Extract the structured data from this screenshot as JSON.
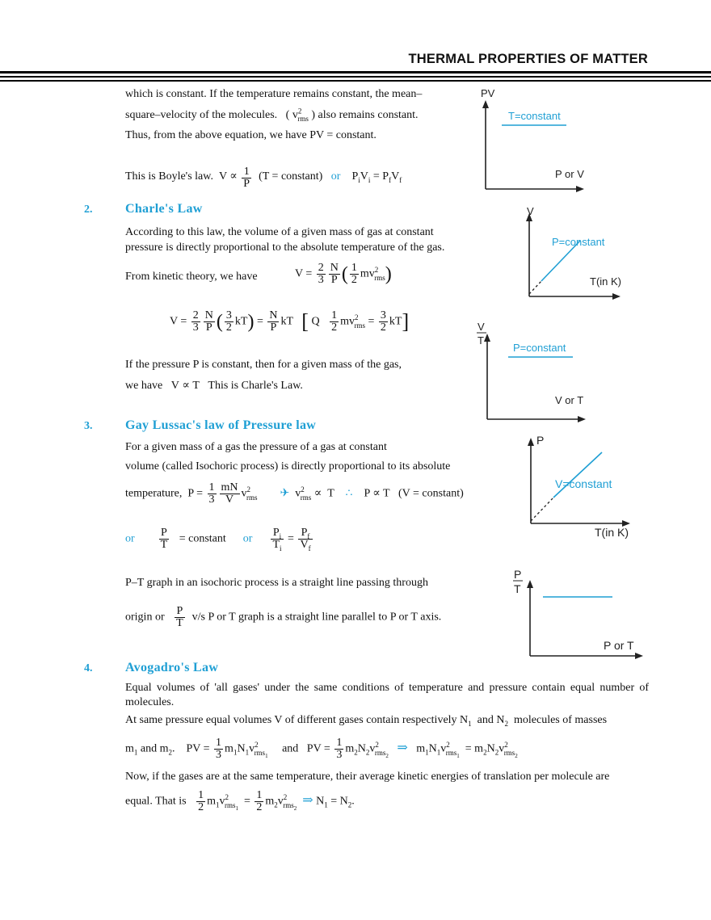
{
  "header": {
    "title": "THERMAL PROPERTIES OF MATTER"
  },
  "intro": {
    "line1": "which is constant. If the temperature  remains constant, the mean–",
    "line2a": "square–velocity of the molecules.",
    "line2b": "also remains constant.",
    "line3": "Thus, from the above equation, we have PV = constant.",
    "boyle_text": "This is Boyle's law.",
    "boyle_cond": "(T = constant)",
    "or": "or"
  },
  "sections": [
    {
      "num": "2.",
      "title": "Charle's Law"
    },
    {
      "num": "3.",
      "title": "Gay Lussac's law of Pressure law"
    },
    {
      "num": "4.",
      "title": "Avogadro's Law"
    }
  ],
  "charles": {
    "line1": "According to this law, the volume of a given mass of gas at constant",
    "line2": "pressure is directly proportional to the absolute temperature of the gas.",
    "kinetic": "From kinetic theory, we have",
    "if_p": "If the pressure P is constant, then for a given mass of the gas,",
    "we_have": "we have",
    "this_is": "This is Charle's Law."
  },
  "gay": {
    "line1": "For a given mass of a gas the pressure of a gas at constant",
    "line2": "volume (called Isochoric process) is directly proportional to its absolute",
    "temp": "temperature,",
    "cond": "(V = constant)",
    "const": "= constant",
    "pt1": "P–T graph in an isochoric process is a straight line passing through",
    "origin": "origin or",
    "vs": "v/s P or T graph is a straight line parallel to P or T axis."
  },
  "avogadro": {
    "p1": "Equal volumes of 'all gases' under the same conditions of temperature and pressure contain equal number of molecules.",
    "p2": "At same pressure equal volumes V of different gases contain respectively N",
    "p2b": "and N",
    "p2c": "molecules of masses",
    "m_and": "and",
    "and": "and",
    "p3": "Now, if the gases are at the same temperature, their average kinetic energies of translation per molecule are",
    "equal": "equal. That is"
  },
  "graphs": [
    {
      "y": "PV",
      "x": "P or V",
      "line": "T=constant"
    },
    {
      "y": "V",
      "x": "T(in K)",
      "line": "P=constant"
    },
    {
      "y_num": "V",
      "y_den": "T",
      "x": "V or T",
      "line": "P=constant"
    },
    {
      "y": "P",
      "x": "T(in K)",
      "line": "V=constant"
    },
    {
      "y_num": "P",
      "y_den": "T",
      "x": "P or T"
    }
  ],
  "colors": {
    "accent": "#1f9fd4",
    "text": "#111111"
  }
}
